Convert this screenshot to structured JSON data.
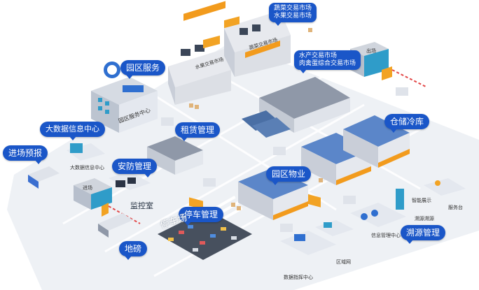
{
  "bubbles": {
    "park_service": "园区服务",
    "bigdata": "大数据信息中心",
    "entry_forecast": "进场预报",
    "leasing": "租赁管理",
    "security": "安防管理",
    "parking": "停车管理",
    "weighbridge": "地磅",
    "property": "园区物业",
    "cold_storage": "仓储冷库",
    "trace": "溯源管理",
    "market_veg": "蔬菜交易市场",
    "market_fruit": "水果交易市场",
    "market_aquatic": "水产交易市场",
    "market_meat": "肉禽蛋综合交易市场"
  },
  "labels": {
    "park_service_center": "园区服务中心",
    "bigdata_center": "大数据信息中心",
    "monitor_room": "监控室",
    "parking_lot": "停车场",
    "exit_sign": "出场",
    "entry_sign": "进场",
    "market_sign": "水果交易市场",
    "market_sign_2": "蔬菜交易市场",
    "trace_store": "溯源溯源",
    "office_sign": "信息管理中心",
    "smart_desk": "智能展示",
    "service_desk": "服务台",
    "command_center": "数据指挥中心",
    "quiz": "区域网"
  },
  "colors": {
    "bubble": "#1a56c8",
    "ground": "#eef1f5",
    "warehouse_roof": "#5b86c9",
    "accent_orange": "#f29b1d"
  }
}
